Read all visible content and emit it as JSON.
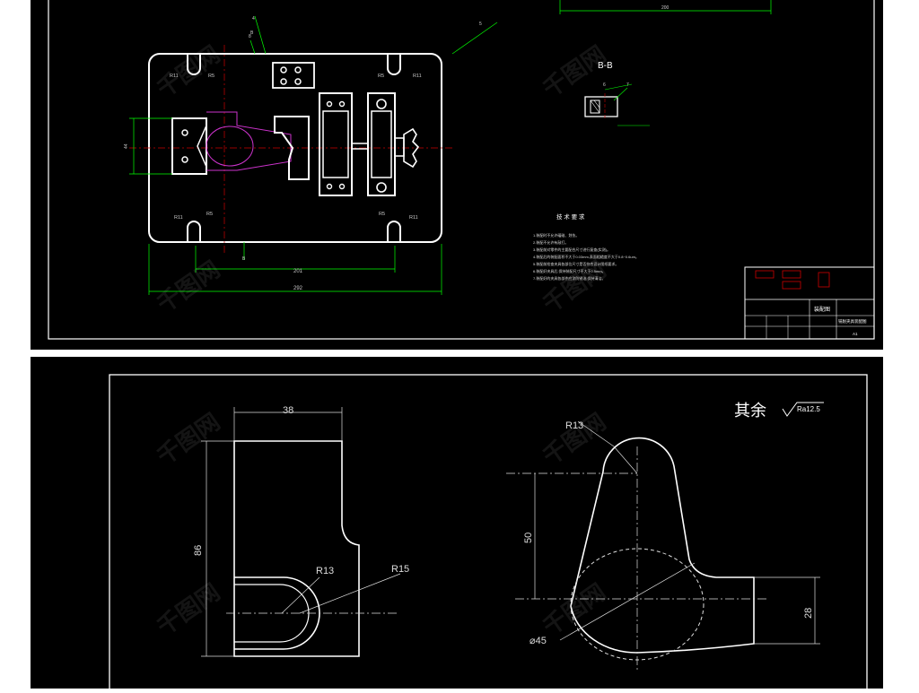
{
  "top": {
    "section_label": "B-B",
    "tech_title": "技 术 要 求",
    "tech_lines": [
      "1.装配时不允许磕碰、划伤。",
      "2.装配不允许有敲打。",
      "3.装配前对零件的主要配合尺寸进行复查(实测)。",
      "4.装配后的装配面积不大于0.03mm,表面粗糙度不大于0.8~0.6um。",
      "5.装配前检查夹具各部位尺寸是否符合设计图纸要求。",
      "6.装配好夹具后,保持装配尺寸不大于0.5mm。",
      "7.装配好的夹具各部件应涂防锈油,保持清洁。"
    ],
    "dims": {
      "width_inner": "201",
      "width_outer": "292",
      "top_dim": "200",
      "left_dim": "44"
    },
    "radii": [
      "R11",
      "R5",
      "R5",
      "R11",
      "R11",
      "R5",
      "R5",
      "R11"
    ],
    "leaders": [
      "4",
      "8",
      "5",
      "6",
      "7"
    ],
    "section_marks": [
      "B",
      "B"
    ],
    "title_block": {
      "name": "装配图",
      "drawing": "铣削夹具装配图",
      "scale": "A1"
    }
  },
  "bottom": {
    "roughness_prefix": "其余",
    "roughness_value": "Ra12.5",
    "left_part": {
      "dim_width": "38",
      "dim_height": "86",
      "r_inner": "R13",
      "r_outer": "R15"
    },
    "right_part": {
      "r_top": "R13",
      "dim_height": "50",
      "dim_dia": "⌀45",
      "dim_neck": "28"
    }
  },
  "watermark": "千图网"
}
